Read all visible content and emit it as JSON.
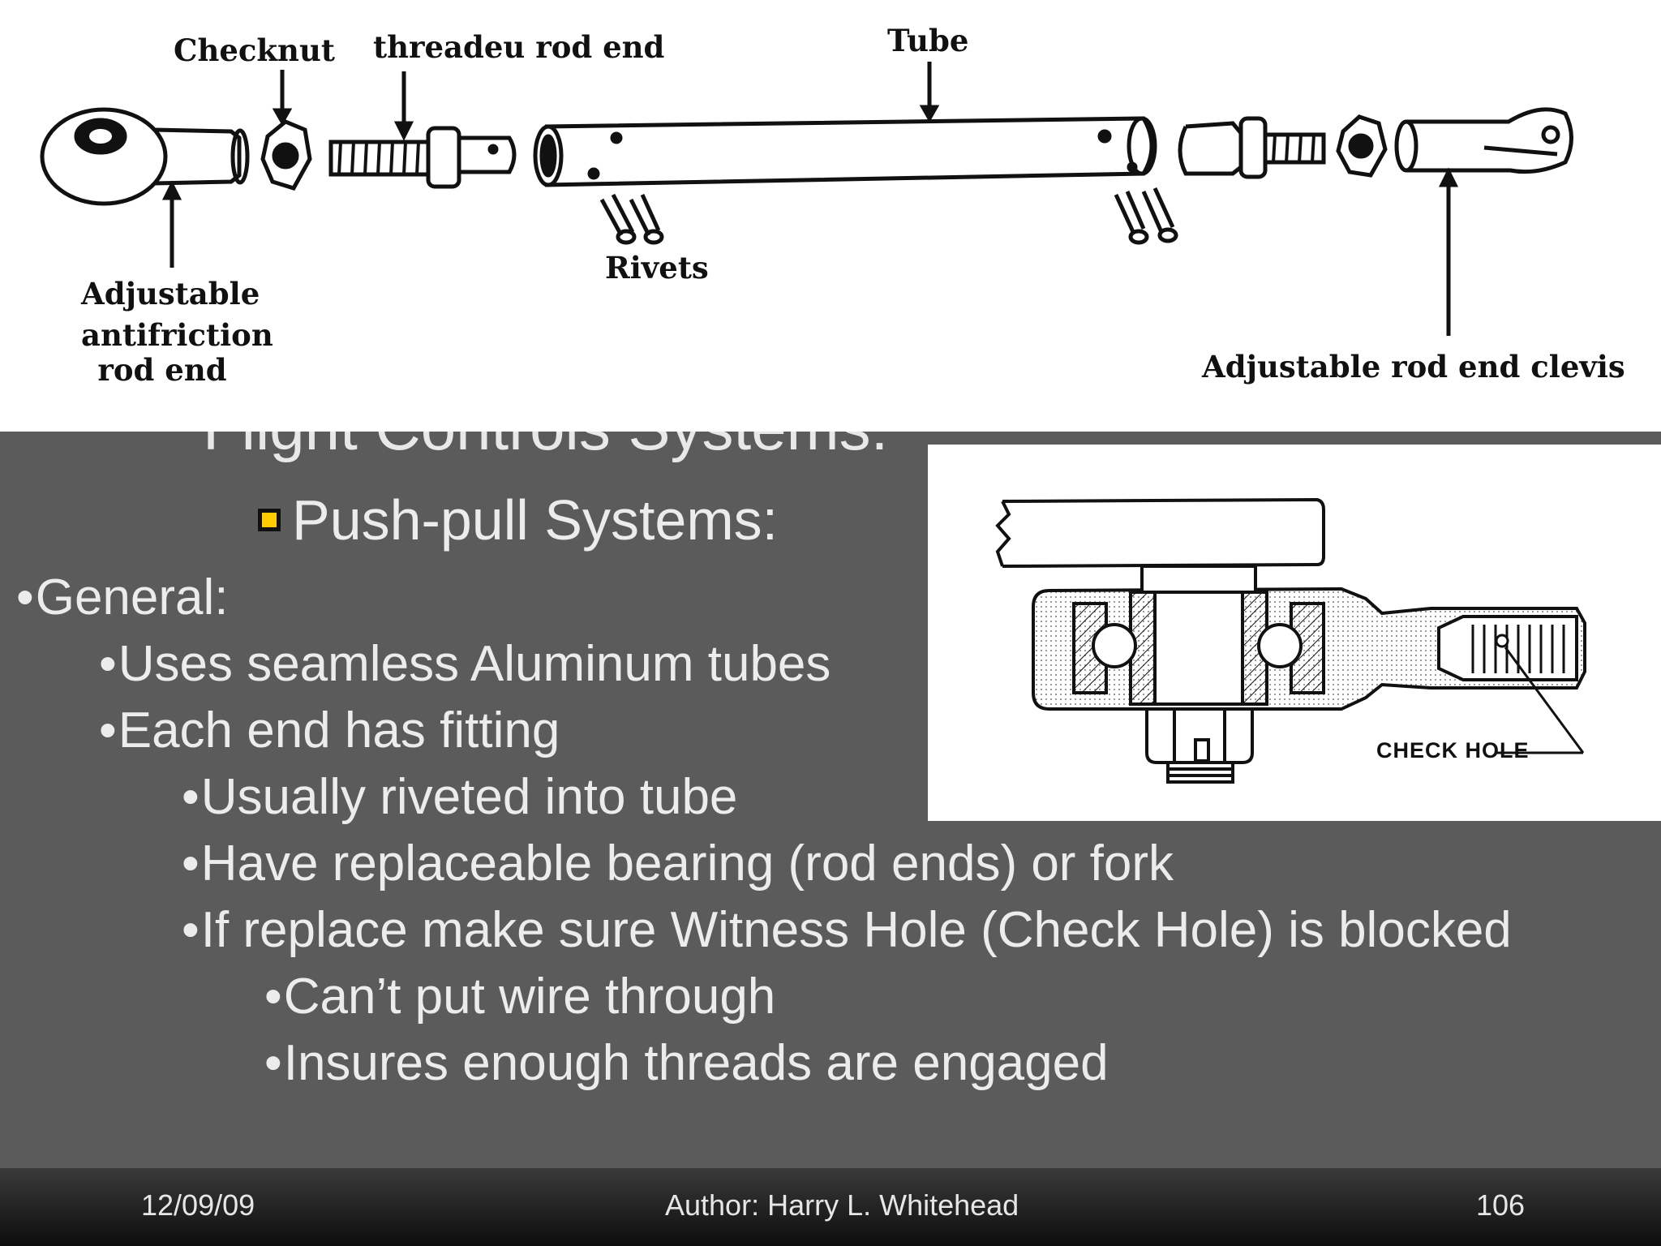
{
  "top_diagram": {
    "labels": {
      "checknut": "Checknut",
      "threaded_rod_end": "threadeu rod end",
      "tube": "Tube",
      "rivets": "Rivets",
      "adjustable_antifriction": [
        "Adjustable",
        "antifriction",
        "rod end"
      ],
      "adjustable_clevis": "Adjustable rod end clevis"
    }
  },
  "title_remnant": "Flight Controls Systems:",
  "inset": {
    "check_hole_label": "CHECK HOLE"
  },
  "content": {
    "heading": "Push-pull Systems:",
    "bullets": [
      "General:",
      "Uses seamless Aluminum tubes",
      "Each end has fitting",
      "Usually riveted into tube",
      "Have replaceable bearing (rod ends) or fork",
      "If replace make sure Witness Hole (Check Hole) is blocked",
      "Can’t put wire through",
      "Insures enough threads are engaged"
    ]
  },
  "footer": {
    "date": "12/09/09",
    "author": "Author:  Harry L. Whitehead",
    "page": "106"
  }
}
